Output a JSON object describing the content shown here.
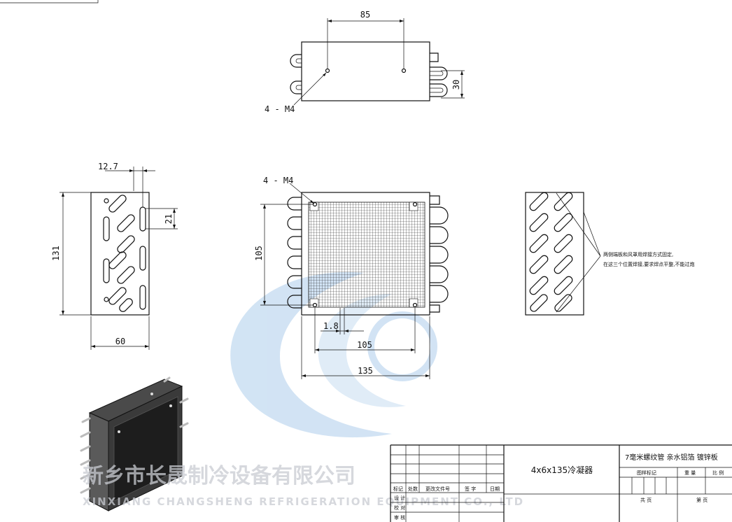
{
  "dimensions": {
    "top_width": "85",
    "top_height": "30",
    "thread_label_top": "4 - M4",
    "thread_label_front": "4 - M4",
    "side_offset": "12.7",
    "side_height": "131",
    "side_slot": "21",
    "side_width": "60",
    "front_height": "105",
    "front_fin_gap": "1.8",
    "front_inner_width": "105",
    "front_total_width": "135"
  },
  "note": {
    "line1": "两侧端板和风罩用焊接方式固定,",
    "line2": "在这三个位置焊接,要求焊点平整,不能过炮"
  },
  "title_block": {
    "header_cells": [
      "标记",
      "处数",
      "更改文件号",
      "签 字",
      "日期"
    ],
    "row_labels": [
      "设 计",
      "校 对",
      "审 核"
    ],
    "product_name": "4x6x135冷凝器",
    "material": "7毫米螺纹管 亲水铝箔 镀锌板",
    "sub_headers": [
      "图样标记",
      "重 量",
      "比 例"
    ],
    "sheet_total": "共 页",
    "sheet_no": "第 页"
  },
  "watermark": {
    "company_cn": "新乡市长晟制冷设备有限公司",
    "company_en": "XINXIANG CHANGSHENG REFRIGERATION EQUIPMENT CO., LTD"
  },
  "colors": {
    "line": "#111111",
    "watermark": "#c9ccd2",
    "logo_blue": "#7fb2e0"
  }
}
